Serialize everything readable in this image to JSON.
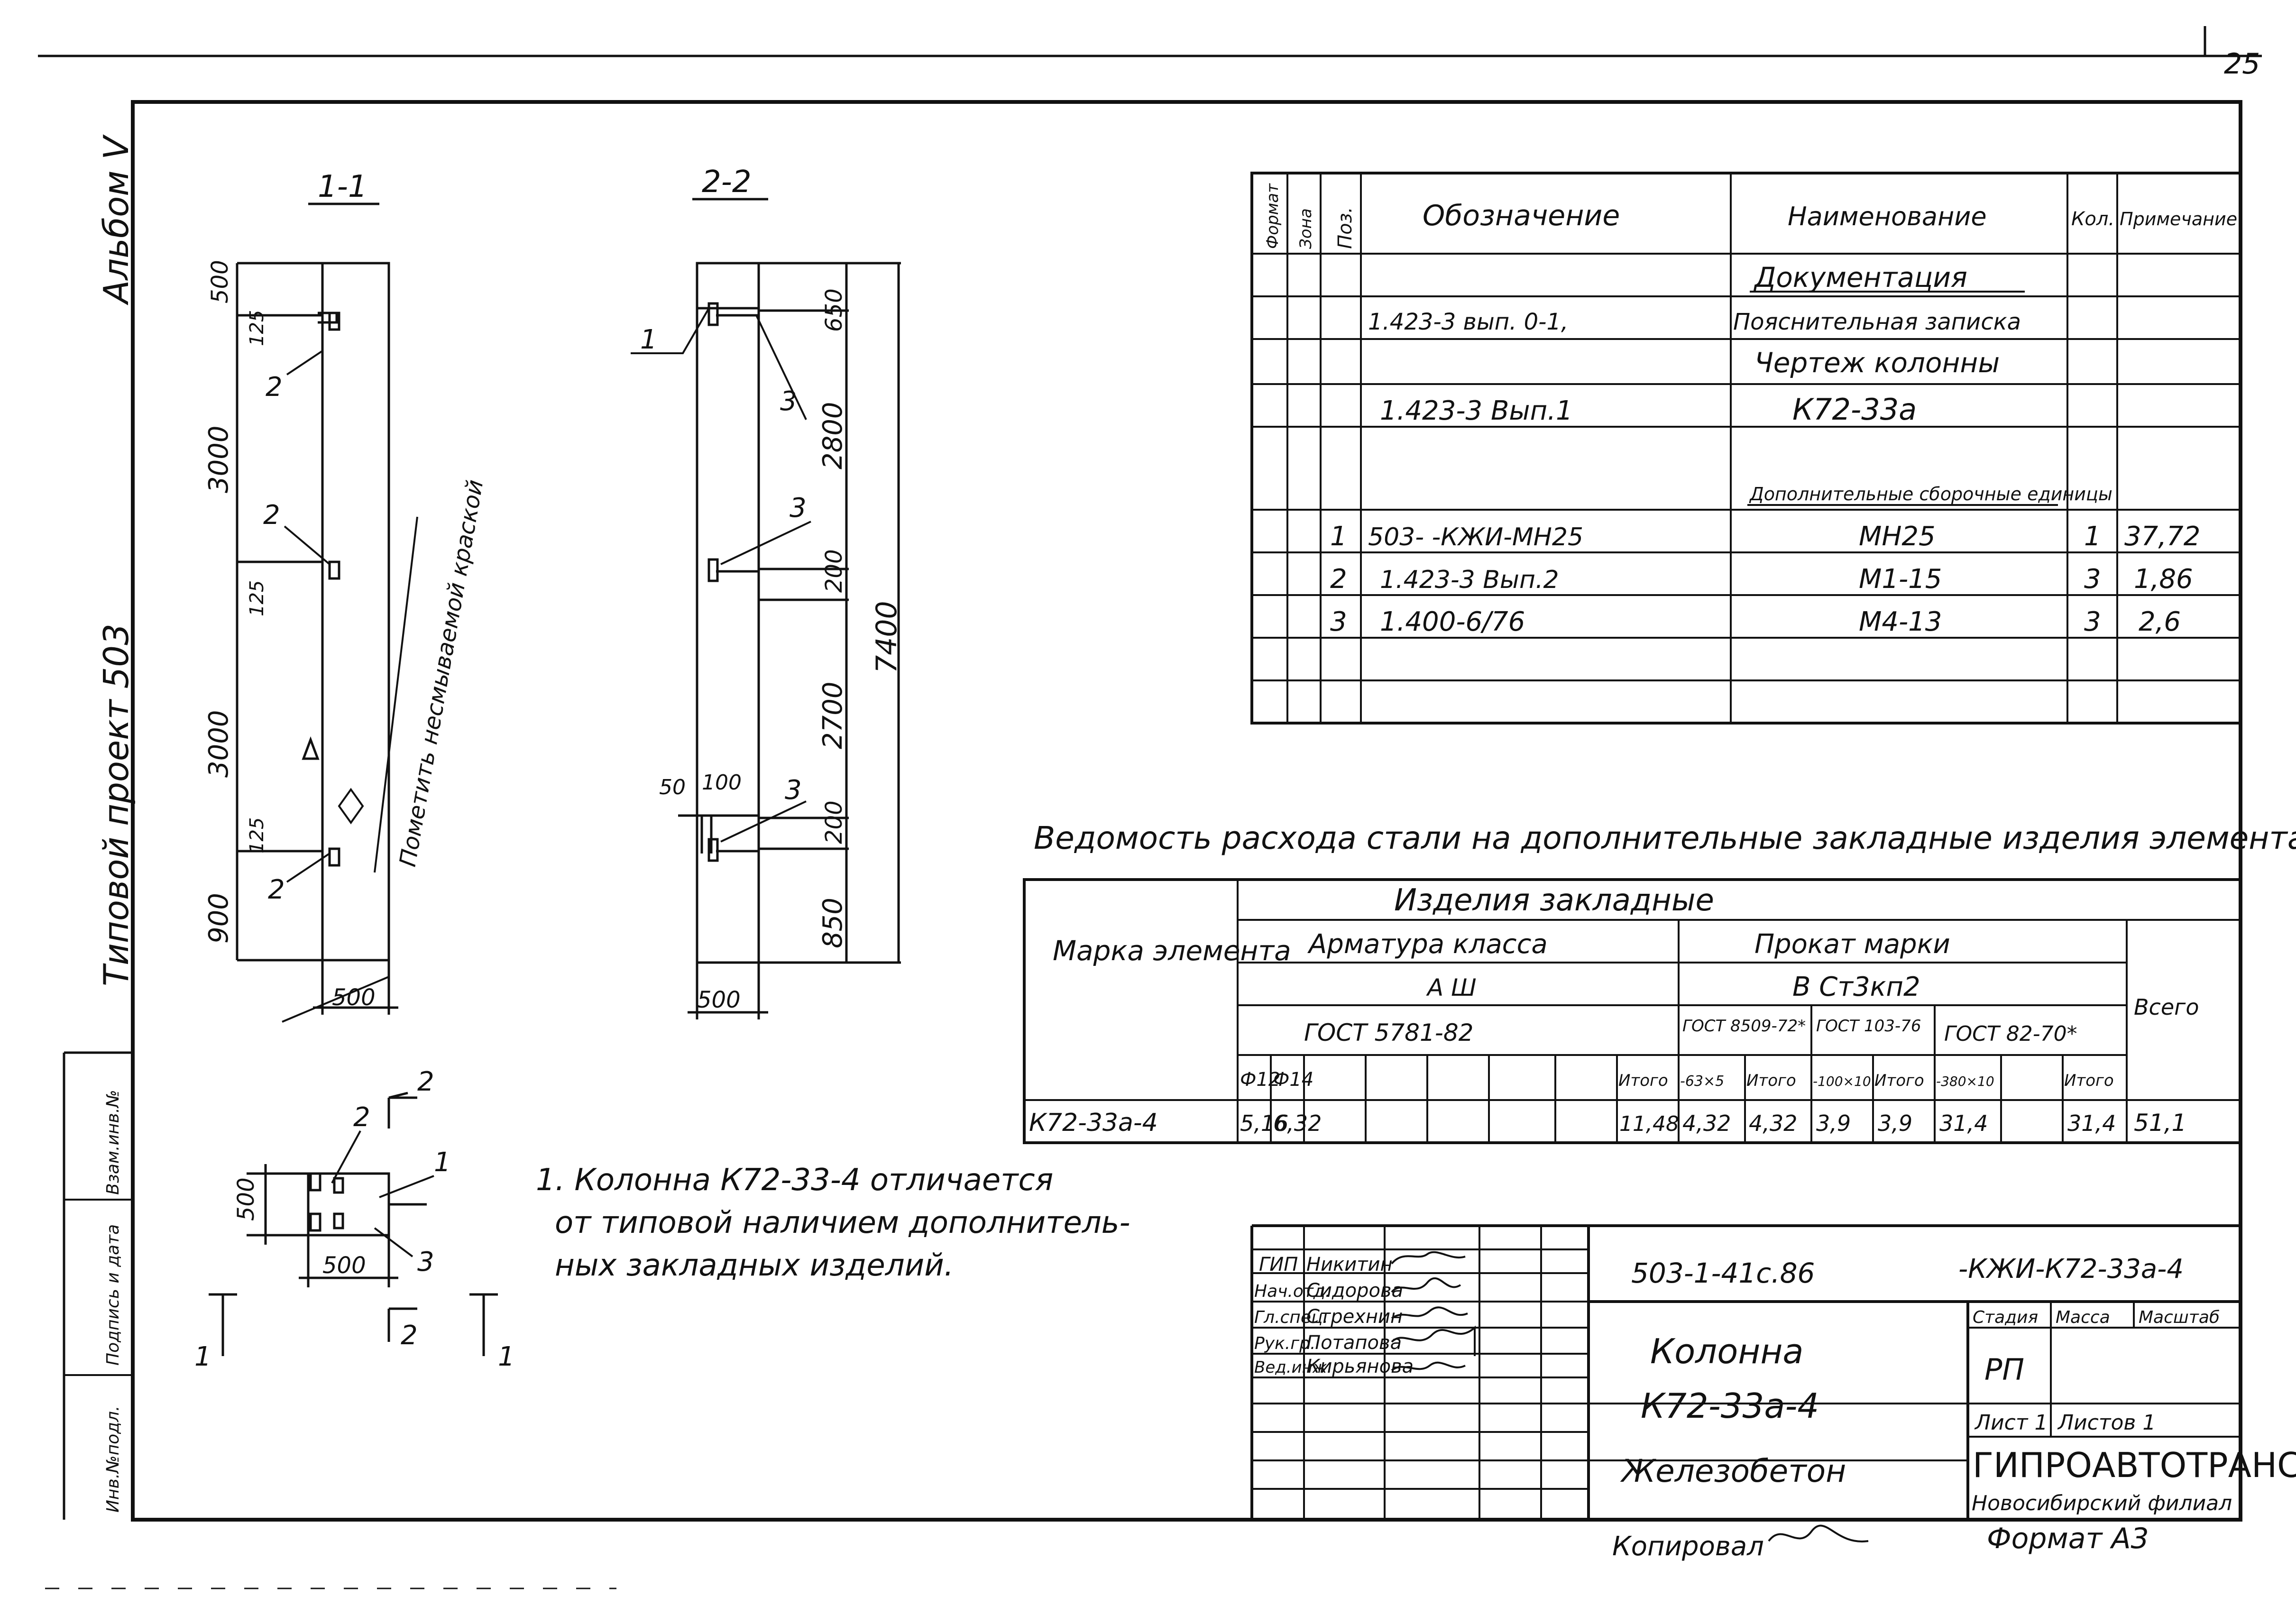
{
  "sheet_number": "25",
  "left_margin": {
    "album": "Альбом V",
    "project": "Типовой проект 503",
    "stamp_cells": [
      "Инв.№подл.",
      "Подпись и дата",
      "Взам.инв.№"
    ]
  },
  "section_1": {
    "title": "1-1",
    "dims": [
      "500",
      "125",
      "3000",
      "125",
      "3000",
      "125",
      "900"
    ],
    "bottom_dim": "500",
    "callouts": [
      "2",
      "2",
      "2"
    ],
    "note": "Пометить несмываемой краской",
    "marker": "Δ"
  },
  "section_2": {
    "title": "2-2",
    "dims": [
      "650",
      "2800",
      "200",
      "2700",
      "200",
      "850"
    ],
    "total_dim": "7400",
    "left_dims": [
      "50",
      "100"
    ],
    "bottom_dim": "500",
    "callouts": [
      "1",
      "3",
      "3",
      "3"
    ]
  },
  "plan_view": {
    "dim_height": "500",
    "dim_width": "500",
    "callouts": [
      "2",
      "1",
      "3"
    ],
    "section_marks": [
      "2",
      "2",
      "1",
      "1"
    ]
  },
  "spec_table": {
    "headers": [
      "Формат",
      "Зона",
      "Поз.",
      "Обозначение",
      "Наименование",
      "Кол.",
      "Примечание"
    ],
    "rows": [
      {
        "pos": "",
        "designation": "",
        "name": "Документация",
        "qty": "",
        "note": ""
      },
      {
        "pos": "",
        "designation": "1.423-3 вып. 0-1,",
        "name": "Пояснительная записка",
        "qty": "",
        "note": ""
      },
      {
        "pos": "",
        "designation": "",
        "name": "Чертеж колонны",
        "qty": "",
        "note": ""
      },
      {
        "pos": "",
        "designation": "1.423-3   Вып.1",
        "name": "К72-33а",
        "qty": "",
        "note": ""
      },
      {
        "pos": "",
        "designation": "",
        "name": "",
        "qty": "",
        "note": ""
      },
      {
        "pos": "",
        "designation": "",
        "name": "Дополнительные сборочные единицы",
        "qty": "",
        "note": ""
      },
      {
        "pos": "1",
        "designation": "503-          -КЖИ-МН25",
        "name": "МН25",
        "qty": "1",
        "note": "37,72"
      },
      {
        "pos": "2",
        "designation": "1.423-3        Вып.2",
        "name": "М1-15",
        "qty": "3",
        "note": "1,86"
      },
      {
        "pos": "3",
        "designation": "1.400-6/76",
        "name": "М4-13",
        "qty": "3",
        "note": "2,6"
      },
      {
        "pos": "",
        "designation": "",
        "name": "",
        "qty": "",
        "note": ""
      },
      {
        "pos": "",
        "designation": "",
        "name": "",
        "qty": "",
        "note": ""
      }
    ]
  },
  "steel_table": {
    "title": "Ведомость расхода стали на дополнительные закладные изделия элемента,кг",
    "header_mark": "Марка элемента",
    "header_items": "Изделия   закладные",
    "header_rebar": "Арматура класса",
    "rebar_class": "А Ш",
    "rebar_gost": "ГОСТ 5781-82",
    "header_rolled": "Прокат марки",
    "rolled_grade": "В Ст3кп2",
    "gost_a": "ГОСТ 8509-72*",
    "gost_b": "ГОСТ 103-76",
    "gost_c": "ГОСТ 82-70*",
    "header_total": "Всего",
    "sub_cols": [
      "Ф12",
      "Ф14",
      "",
      "",
      "",
      "",
      "Итого",
      "-63×5",
      "Итого",
      "-100×10",
      "Итого",
      "-380×10",
      "",
      "Итого"
    ],
    "row": {
      "mark": "К72-33а-4",
      "values": [
        "5,16",
        "6,32",
        "",
        "",
        "",
        "",
        "11,48",
        "4,32",
        "4,32",
        "3,9",
        "3,9",
        "31,4",
        "",
        "31,4"
      ],
      "total": "51,1"
    }
  },
  "note": {
    "line1": "1. Колонна К72-33-4 отличается",
    "line2": "от типовой наличием дополнитель-",
    "line3": "ных закладных изделий."
  },
  "title_block": {
    "code": "503-1-41с.86",
    "code_suffix": "-КЖИ-К72-33а-4",
    "roles": [
      {
        "role": "ГИП",
        "name": "Никитин"
      },
      {
        "role": "Нач.отд.",
        "name": "Сидорова"
      },
      {
        "role": "Гл.спец.",
        "name": "Стрехнин"
      },
      {
        "role": "Рук.гр.",
        "name": "Потапова"
      },
      {
        "role": "Вед.инж.",
        "name": "Кирьянова"
      }
    ],
    "object_name_1": "Колонна",
    "object_name_2": "К72-33а-4",
    "material": "Железобетон",
    "stage_label": "Стадия",
    "mass_label": "Масса",
    "scale_label": "Масштаб",
    "stage": "РП",
    "sheet": "Лист 1",
    "sheets": "Листов 1",
    "org": "ГИПРОАВТОТРАНС",
    "branch": "Новосибирский филиал",
    "copied": "Копировал",
    "format": "Формат А3"
  }
}
